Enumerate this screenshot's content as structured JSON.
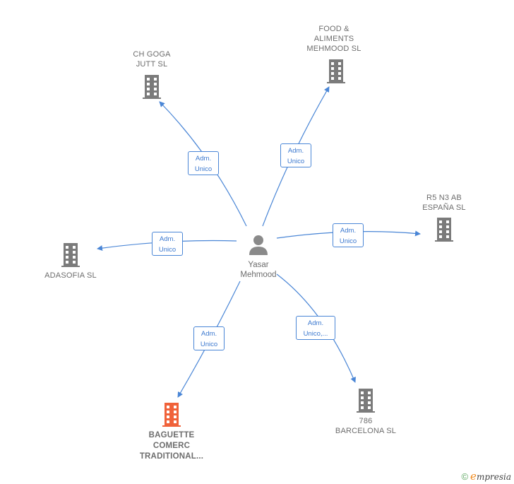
{
  "colors": {
    "edge": "#4a86d6",
    "building": "#7b7b7b",
    "building_highlight": "#f0623a",
    "person": "#8a8a8a"
  },
  "center": {
    "name": "Yasar\nMehmood",
    "icon": "person-icon"
  },
  "companies": [
    {
      "id": "ch-goga",
      "label": "CH GOGA\nJUTT  SL",
      "icon": "building-icon",
      "highlight": false,
      "relation": "Adm.\nUnico"
    },
    {
      "id": "food-aliments",
      "label": "FOOD &\nALIMENTS\nMEHMOOD  SL",
      "icon": "building-icon",
      "highlight": false,
      "relation": "Adm.\nUnico"
    },
    {
      "id": "r5-n3",
      "label": "R5 N3 AB\nESPAÑA  SL",
      "icon": "building-icon",
      "highlight": false,
      "relation": "Adm.\nUnico"
    },
    {
      "id": "adasofia",
      "label": "ADASOFIA  SL",
      "icon": "building-icon",
      "highlight": false,
      "relation": "Adm.\nUnico"
    },
    {
      "id": "baguette",
      "label": "BAGUETTE\nCOMERC\nTRADITIONAL...",
      "icon": "building-icon",
      "highlight": true,
      "relation": "Adm.\nUnico"
    },
    {
      "id": "786-barcelona",
      "label": "786\nBARCELONA SL",
      "icon": "building-icon",
      "highlight": false,
      "relation": "Adm.\nUnico,..."
    }
  ],
  "footer": {
    "copyright": "©",
    "brand_first": "e",
    "brand_rest": "mpresia"
  }
}
